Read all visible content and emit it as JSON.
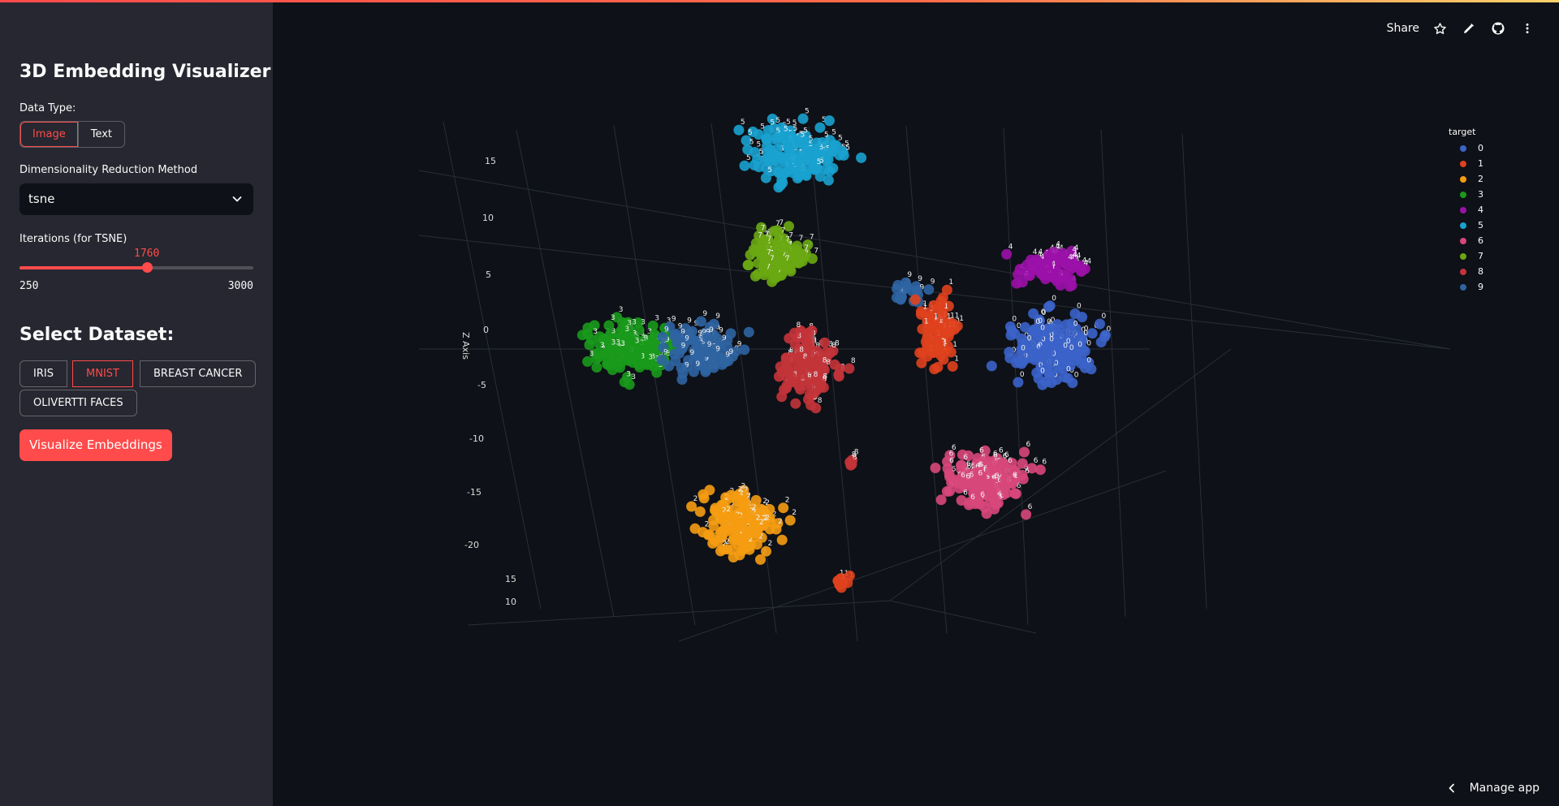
{
  "sidebar": {
    "title": "3D Embedding Visualizer",
    "data_type_label": "Data Type:",
    "data_type_options": [
      "Image",
      "Text"
    ],
    "data_type_selected": "Image",
    "method_label": "Dimensionality Reduction Method",
    "method_value": "tsne",
    "iterations_label": "Iterations (for TSNE)",
    "iterations": {
      "value": "1760",
      "min": "250",
      "max": "3000",
      "fraction": 0.5455
    },
    "dataset_title": "Select Dataset:",
    "datasets": [
      "IRIS",
      "MNIST",
      "BREAST CANCER",
      "OLIVERTTI FACES"
    ],
    "dataset_selected": "MNIST",
    "visualize_label": "Visualize Embeddings"
  },
  "header": {
    "share_label": "Share",
    "icons": [
      "star-icon",
      "pencil-icon",
      "github-icon",
      "more-vertical-icon"
    ]
  },
  "footer": {
    "manage_label": "Manage app"
  },
  "colors": {
    "accent": "#ff4b4b",
    "sidebar_bg": "#262730",
    "main_bg": "#0e1117"
  },
  "chart_data": {
    "type": "scatter",
    "zlabel": "Z Axis",
    "z_ticks": [
      "15",
      "10",
      "5",
      "0",
      "-5",
      "-10",
      "-15",
      "-20"
    ],
    "y_ticks_partial": [
      "15",
      "10"
    ],
    "legend_title": "target",
    "series": [
      {
        "name": "0",
        "color": "#3b63c9"
      },
      {
        "name": "1",
        "color": "#e0411e"
      },
      {
        "name": "2",
        "color": "#f59c12"
      },
      {
        "name": "3",
        "color": "#1a9a1c"
      },
      {
        "name": "4",
        "color": "#9b11a8"
      },
      {
        "name": "5",
        "color": "#1aa2cf"
      },
      {
        "name": "6",
        "color": "#d8477a"
      },
      {
        "name": "7",
        "color": "#6aa813"
      },
      {
        "name": "8",
        "color": "#c3343a"
      },
      {
        "name": "9",
        "color": "#2f64a2"
      }
    ],
    "grid": true,
    "legend_position": "top-right"
  }
}
